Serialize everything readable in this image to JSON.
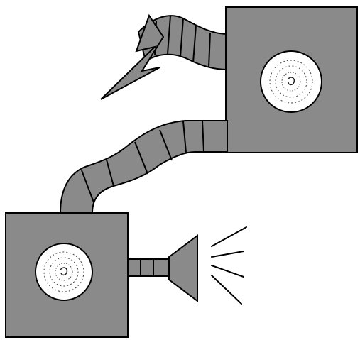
{
  "diagram": {
    "components": [
      {
        "id": "lightning-bolt",
        "role": "input-signal"
      },
      {
        "id": "box-top-right",
        "role": "device-with-disc"
      },
      {
        "id": "box-bottom-left",
        "role": "device-with-disc"
      },
      {
        "id": "speaker",
        "role": "output-sound"
      }
    ],
    "connections": [
      {
        "from": "lightning-bolt",
        "to": "box-top-right",
        "style": "segmented-tube"
      },
      {
        "from": "box-top-right",
        "to": "box-bottom-left",
        "style": "segmented-tube"
      },
      {
        "from": "box-bottom-left",
        "to": "speaker",
        "style": "segmented-tube"
      }
    ],
    "colors": {
      "fill": "#8a8a8a",
      "stroke": "#000000",
      "disc": "#ffffff",
      "background": "#ffffff"
    }
  }
}
